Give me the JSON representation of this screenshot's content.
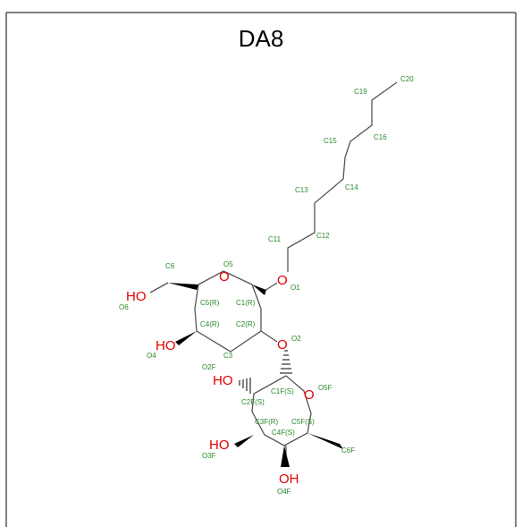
{
  "title": "DA8",
  "colors": {
    "bond": "#555555",
    "atom_label": "#2a8a2a",
    "heteroatom": "#e00000",
    "border": "#000000"
  },
  "atom_labels": {
    "C20": "C20",
    "C19": "C19",
    "C16": "C16",
    "C15": "C15",
    "C14": "C14",
    "C13": "C13",
    "C12": "C12",
    "C11": "C11",
    "C6": "C6",
    "O5": "O5",
    "O1": "O1",
    "O6": "O6",
    "C5R": "C5(R)",
    "C1R": "C1(R)",
    "C4R": "C4(R)",
    "C2R": "C2(R)",
    "O4": "O4",
    "C3": "C3",
    "O2": "O2",
    "O2F": "O2F",
    "C1FS": "C1F(S)",
    "O5F": "O5F",
    "C2FS": "C2F(S)",
    "C3FR": "C3F(R)",
    "C4FS": "C4F(S)",
    "C5FS": "C5F(S)",
    "C6F": "C6F",
    "O3F": "O3F",
    "O4F": "O4F"
  },
  "heteroatom_labels": {
    "HO_6": "HO",
    "O_ring": "O",
    "O_1": "O",
    "HO_4": "HO",
    "O_2": "O",
    "HO_2F": "HO",
    "O_ringF": "O",
    "HO_3F": "HO",
    "OH_4F": "OH"
  }
}
